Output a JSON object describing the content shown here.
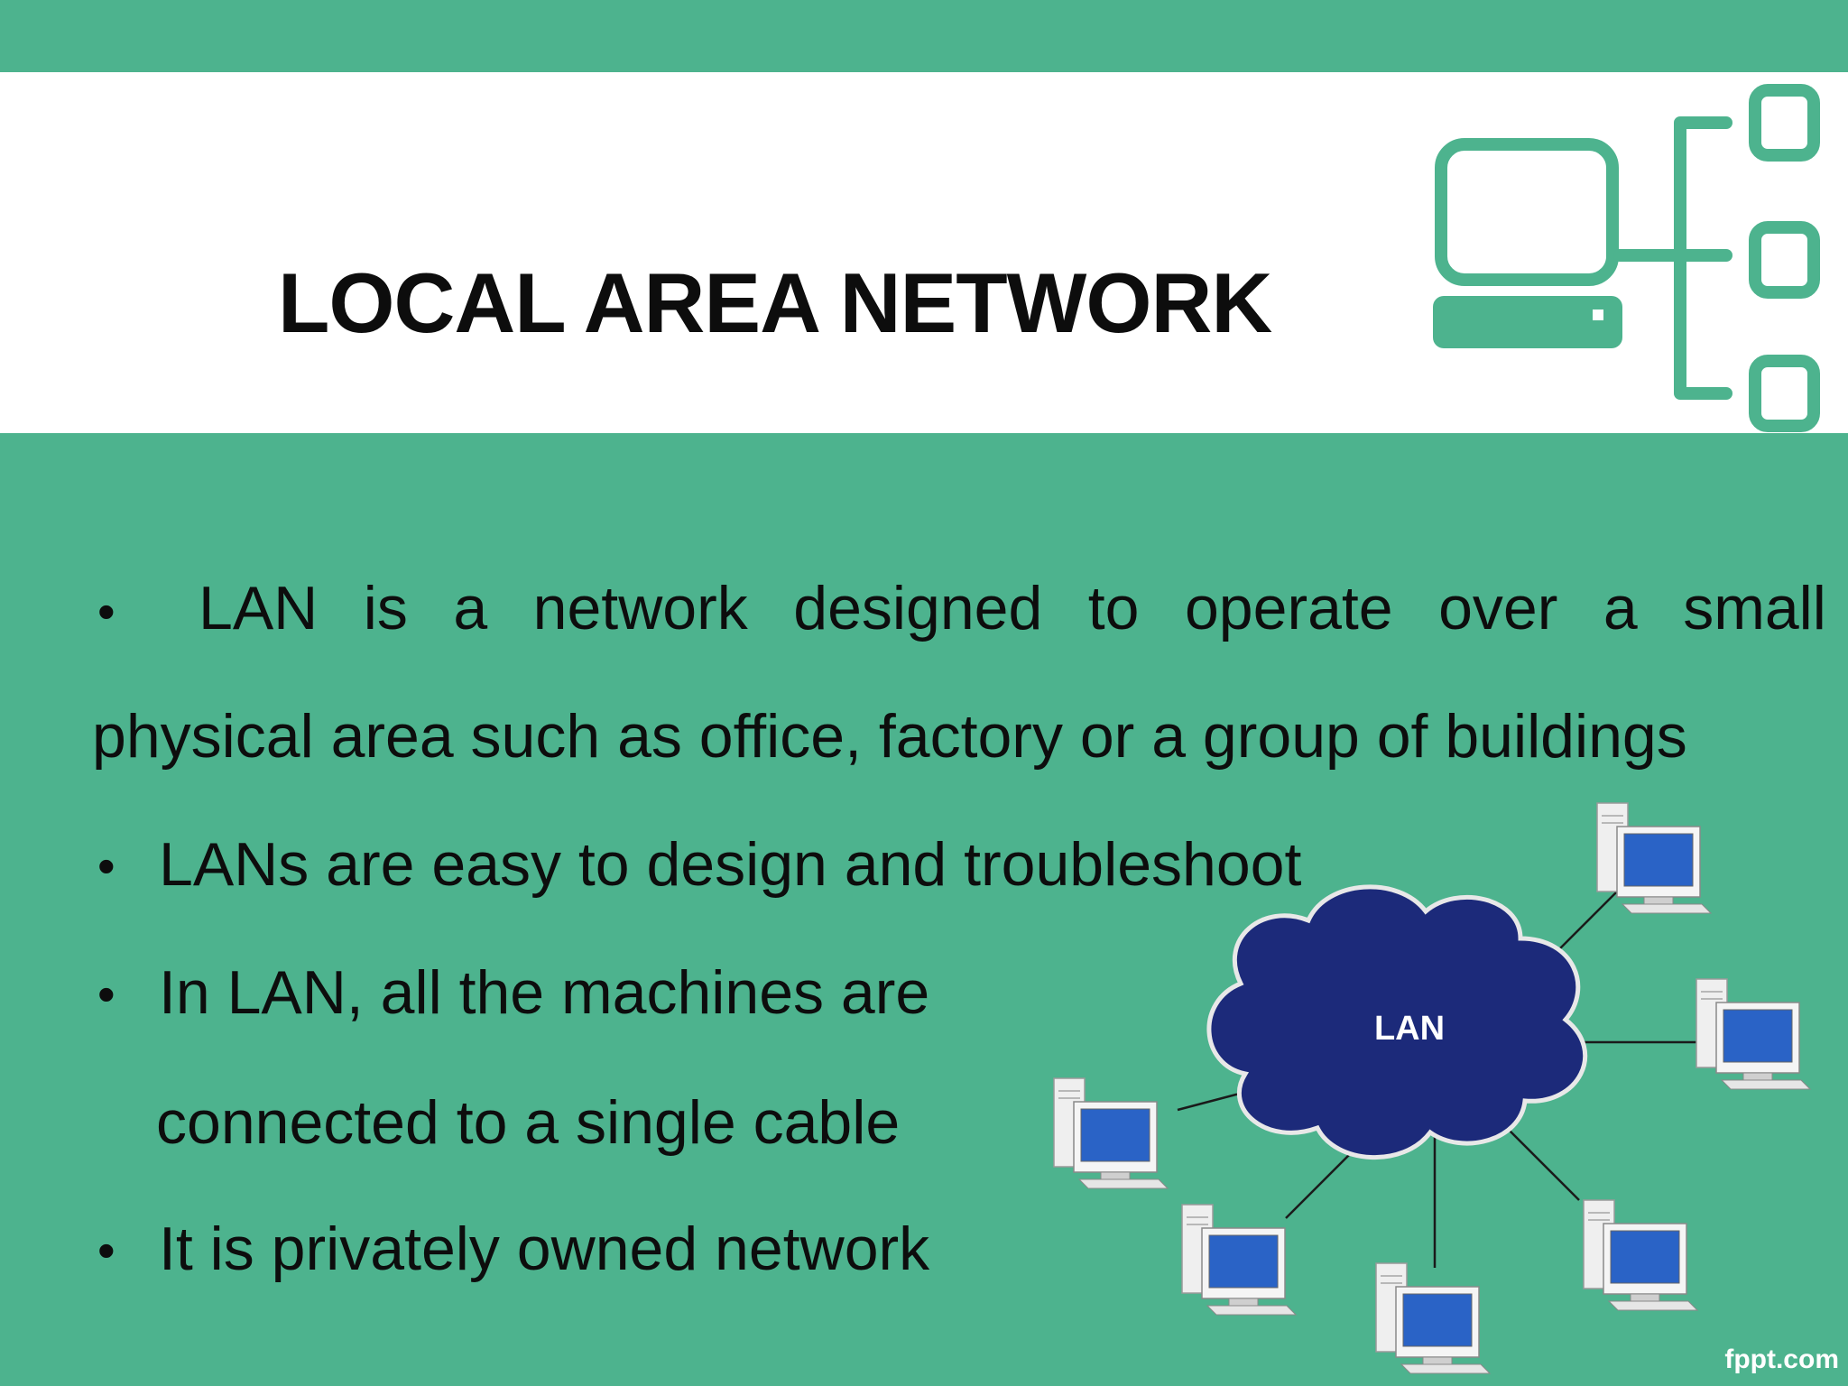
{
  "slide": {
    "title": "LOCAL AREA NETWORK",
    "bullets": [
      {
        "line1_words": [
          "LAN",
          "is",
          "a",
          "network",
          "designed",
          "to",
          "operate",
          "over",
          "a",
          "small"
        ],
        "line2": "physical area such as office, factory or a group of buildings"
      },
      {
        "text": "LANs are easy to design and troubleshoot"
      },
      {
        "line1": "In LAN, all the machines are",
        "line2": "connected to a single cable"
      },
      {
        "text": "It is privately owned network"
      }
    ],
    "bullet_symbol": "•"
  },
  "diagram": {
    "cloud_label": "LAN"
  },
  "watermark": "fppt.com",
  "colors": {
    "background": "#4db38e",
    "title_band": "#ffffff",
    "cloud": "#1c2a7a",
    "screen": "#2a63c6"
  },
  "icons": [
    "network-hierarchy-icon",
    "lan-cloud-icon",
    "computer-icon"
  ]
}
